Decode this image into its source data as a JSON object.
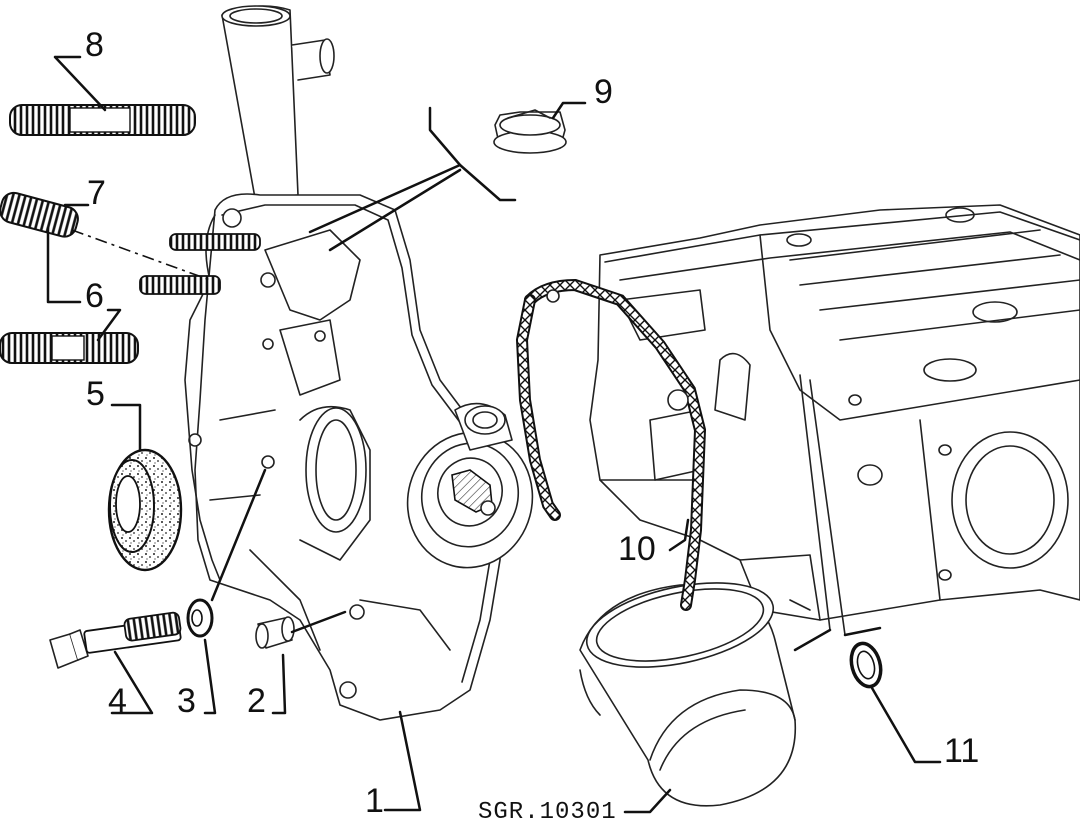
{
  "diagram": {
    "reference_code": "SGR.10301",
    "callouts": [
      {
        "id": "c1",
        "label": "1"
      },
      {
        "id": "c2",
        "label": "2"
      },
      {
        "id": "c3",
        "label": "3"
      },
      {
        "id": "c4",
        "label": "4"
      },
      {
        "id": "c5",
        "label": "5"
      },
      {
        "id": "c6",
        "label": "6"
      },
      {
        "id": "c7",
        "label": "7"
      },
      {
        "id": "c8",
        "label": "8"
      },
      {
        "id": "c9",
        "label": "9"
      },
      {
        "id": "c10",
        "label": "10"
      },
      {
        "id": "c11",
        "label": "11"
      }
    ]
  }
}
